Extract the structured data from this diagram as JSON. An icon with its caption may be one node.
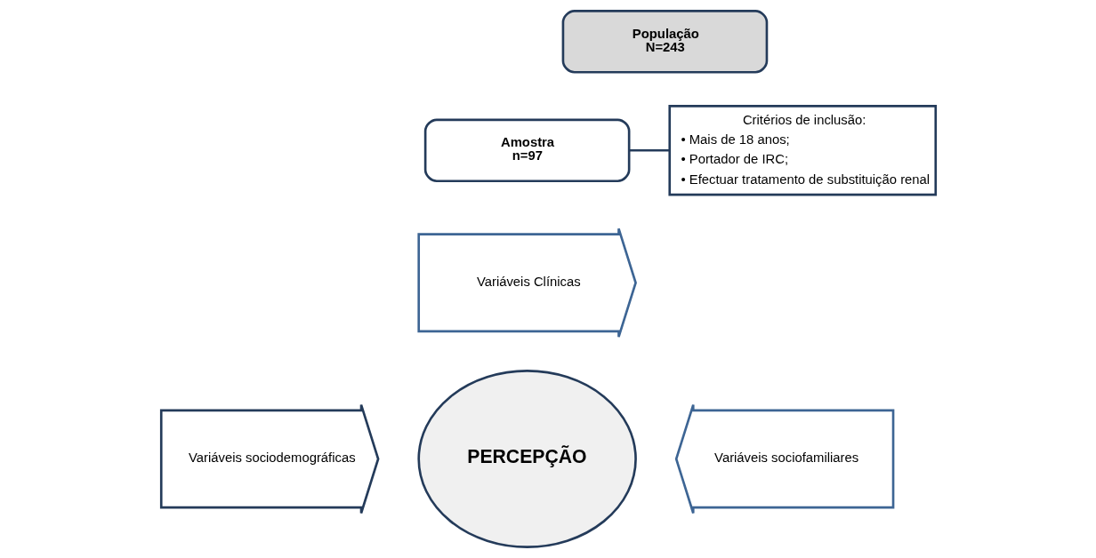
{
  "diagram": {
    "nodes": [
      {
        "text": [
          "População",
          "N=243"
        ]
      },
      {
        "text": [
          "Amostra",
          "n=97"
        ]
      },
      {
        "text": [
          "Critérios de inclusão:",
          "• Mais de 18 anos;",
          "• Portador de IRC;",
          "• Efectuar tratamento de substituição renal"
        ]
      },
      {
        "text": [
          "Variáveis Clínicas"
        ]
      },
      {
        "text": [
          "Variáveis sociodemográficas"
        ]
      },
      {
        "text": [
          "PERCEPÇÃO"
        ]
      },
      {
        "text": [
          "Variáveis sociofamiliares"
        ]
      }
    ],
    "edges": [
      {
        "from": 1,
        "to": 2,
        "arrow": "none"
      }
    ]
  }
}
